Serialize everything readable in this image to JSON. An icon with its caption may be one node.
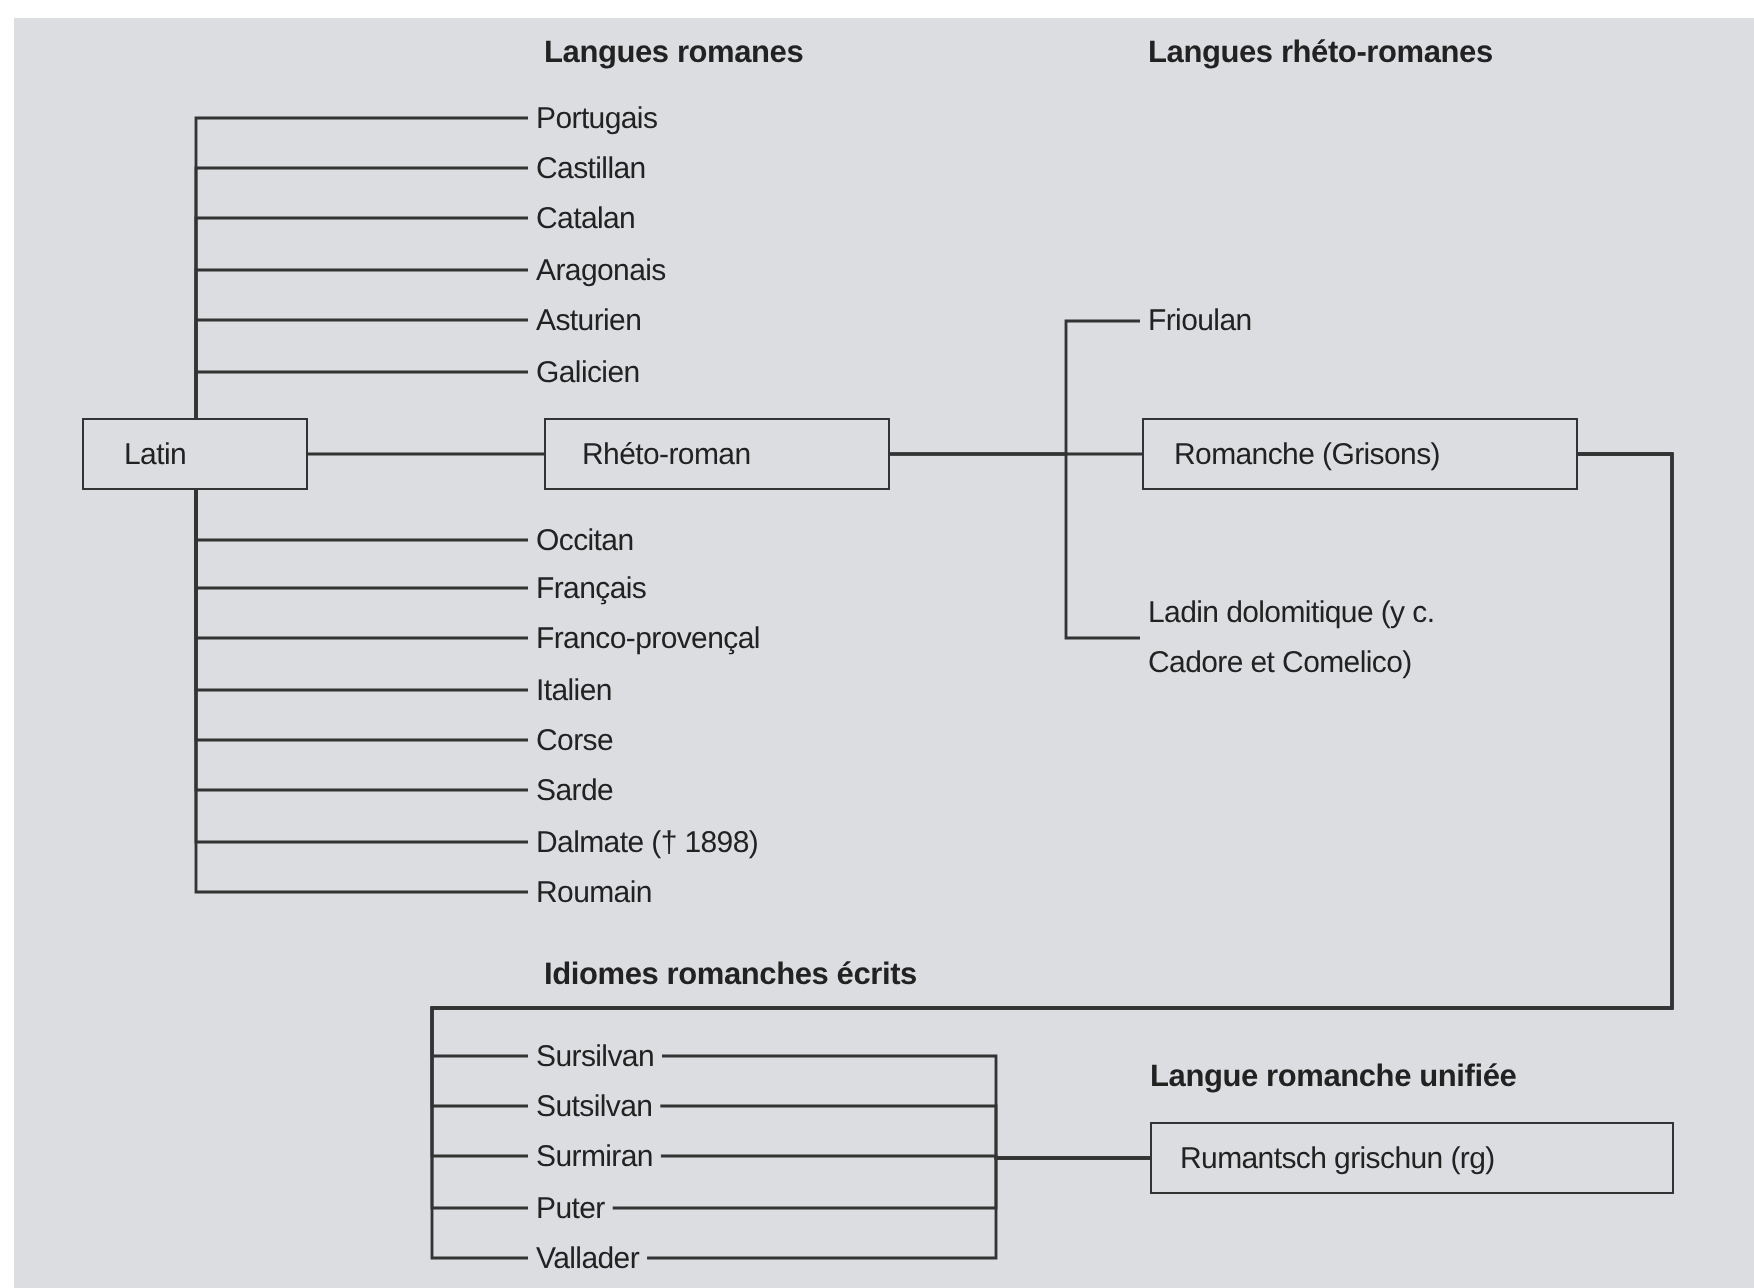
{
  "diagram": {
    "nodes": [
      {
        "text": [
          "Latin"
        ]
      },
      {
        "text": [
          "Portugais"
        ]
      },
      {
        "text": [
          "Castillan"
        ]
      },
      {
        "text": [
          "Catalan"
        ]
      },
      {
        "text": [
          "Aragonais"
        ]
      },
      {
        "text": [
          "Asturien"
        ]
      },
      {
        "text": [
          "Galicien"
        ]
      },
      {
        "text": [
          "Rhéto-roman"
        ]
      },
      {
        "text": [
          "Occitan"
        ]
      },
      {
        "text": [
          "Français"
        ]
      },
      {
        "text": [
          "Franco-provençal"
        ]
      },
      {
        "text": [
          "Italien"
        ]
      },
      {
        "text": [
          "Corse"
        ]
      },
      {
        "text": [
          "Sarde"
        ]
      },
      {
        "text": [
          "Dalmate († 1898)"
        ]
      },
      {
        "text": [
          "Roumain"
        ]
      },
      {
        "text": [
          "Frioulan"
        ]
      },
      {
        "text": [
          "Romanche (Grisons)"
        ]
      },
      {
        "text": [
          "Ladin dolomitique (y c. Cadore et Comelico)"
        ]
      },
      {
        "text": [
          "Sursilvan"
        ]
      },
      {
        "text": [
          "Sutsilvan"
        ]
      },
      {
        "text": [
          "Surmiran"
        ]
      },
      {
        "text": [
          "Puter"
        ]
      },
      {
        "text": [
          "Vallader"
        ]
      },
      {
        "text": [
          "Rumantsch grischun (rg)"
        ]
      }
    ],
    "edges": [
      {
        "from": 0,
        "to": 1,
        "arrow": "none"
      },
      {
        "from": 0,
        "to": 2,
        "arrow": "none"
      },
      {
        "from": 0,
        "to": 3,
        "arrow": "none"
      },
      {
        "from": 0,
        "to": 4,
        "arrow": "none"
      },
      {
        "from": 0,
        "to": 5,
        "arrow": "none"
      },
      {
        "from": 0,
        "to": 6,
        "arrow": "none"
      },
      {
        "from": 0,
        "to": 7,
        "arrow": "none"
      },
      {
        "from": 0,
        "to": 8,
        "arrow": "none"
      },
      {
        "from": 0,
        "to": 9,
        "arrow": "none"
      },
      {
        "from": 0,
        "to": 10,
        "arrow": "none"
      },
      {
        "from": 0,
        "to": 11,
        "arrow": "none"
      },
      {
        "from": 0,
        "to": 12,
        "arrow": "none"
      },
      {
        "from": 0,
        "to": 13,
        "arrow": "none"
      },
      {
        "from": 0,
        "to": 14,
        "arrow": "none"
      },
      {
        "from": 0,
        "to": 15,
        "arrow": "none"
      },
      {
        "from": 7,
        "to": 16,
        "arrow": "none"
      },
      {
        "from": 7,
        "to": 17,
        "arrow": "none"
      },
      {
        "from": 7,
        "to": 18,
        "arrow": "none"
      },
      {
        "from": 17,
        "to": 19,
        "arrow": "none"
      },
      {
        "from": 17,
        "to": 20,
        "arrow": "none"
      },
      {
        "from": 17,
        "to": 21,
        "arrow": "none"
      },
      {
        "from": 17,
        "to": 22,
        "arrow": "none"
      },
      {
        "from": 17,
        "to": 23,
        "arrow": "none"
      },
      {
        "from": 19,
        "to": 24,
        "arrow": "none"
      },
      {
        "from": 20,
        "to": 24,
        "arrow": "none"
      },
      {
        "from": 21,
        "to": 24,
        "arrow": "none"
      },
      {
        "from": 22,
        "to": 24,
        "arrow": "none"
      },
      {
        "from": 23,
        "to": 24,
        "arrow": "none"
      }
    ],
    "labels": [
      "Langues romanes",
      "Langues rhéto-romanes",
      "Idiomes romanches écrits",
      "Langue romanche unifiée"
    ]
  }
}
